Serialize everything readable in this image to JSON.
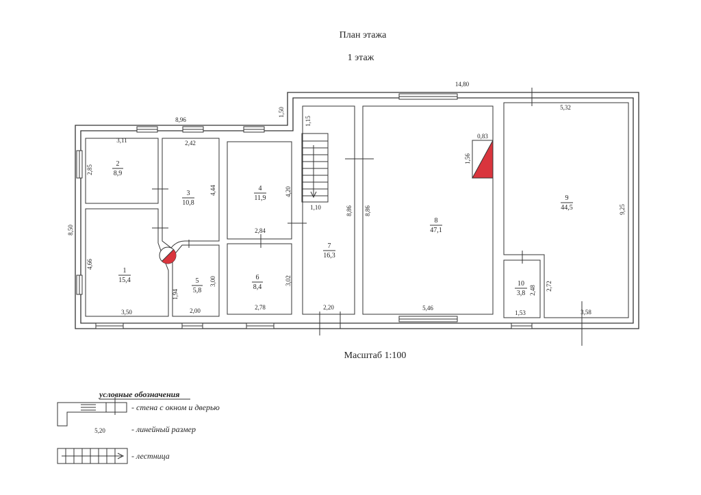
{
  "title": "План этажа",
  "floor": "1 этаж",
  "scale": "Масштаб 1:100",
  "legend": {
    "heading": "условные обозначения",
    "wall_window_door": "- стена с окном и дверью",
    "linear_dim_value": "5,20",
    "linear_dim": "- линейный размер",
    "stairs": "- лестница"
  },
  "rooms": [
    {
      "num": "1",
      "area": "15,4"
    },
    {
      "num": "2",
      "area": "8,9"
    },
    {
      "num": "3",
      "area": "10,8"
    },
    {
      "num": "4",
      "area": "11,9"
    },
    {
      "num": "5",
      "area": "5,8"
    },
    {
      "num": "6",
      "area": "8,4"
    },
    {
      "num": "7",
      "area": "16,3"
    },
    {
      "num": "8",
      "area": "47,1"
    },
    {
      "num": "9",
      "area": "44,5"
    },
    {
      "num": "10",
      "area": "3,8"
    }
  ],
  "dims": {
    "overall_right": "14,80",
    "overall_left": "8,96",
    "step": "1,50",
    "left_height": "8,50",
    "r2_w": "3,11",
    "r2_h": "2,85",
    "r3_w": "2,42",
    "r3_h": "4,44",
    "r4_h": "4,20",
    "r4_w": "2,84",
    "r1_h": "4,66",
    "r1_w": "3,50",
    "r5_h": "3,00",
    "r5_w": "2,00",
    "r5_hl": "1,94",
    "r6_h": "3,02",
    "r6_w": "2,78",
    "stair_h": "1,15",
    "stair_w": "1,10",
    "r7_h": "8,86",
    "r7_w": "2,20",
    "r8_h": "8,86",
    "r8_w": "5,46",
    "chim_w": "0,83",
    "chim_h": "1,56",
    "r9_w": "5,32",
    "r9_h": "9,25",
    "r9_w2": "3,58",
    "r9_h2": "2,72",
    "r10_h": "2,48",
    "r10_w": "1,53"
  },
  "colors": {
    "chimney": "#d9353d",
    "wall": "#333333"
  }
}
